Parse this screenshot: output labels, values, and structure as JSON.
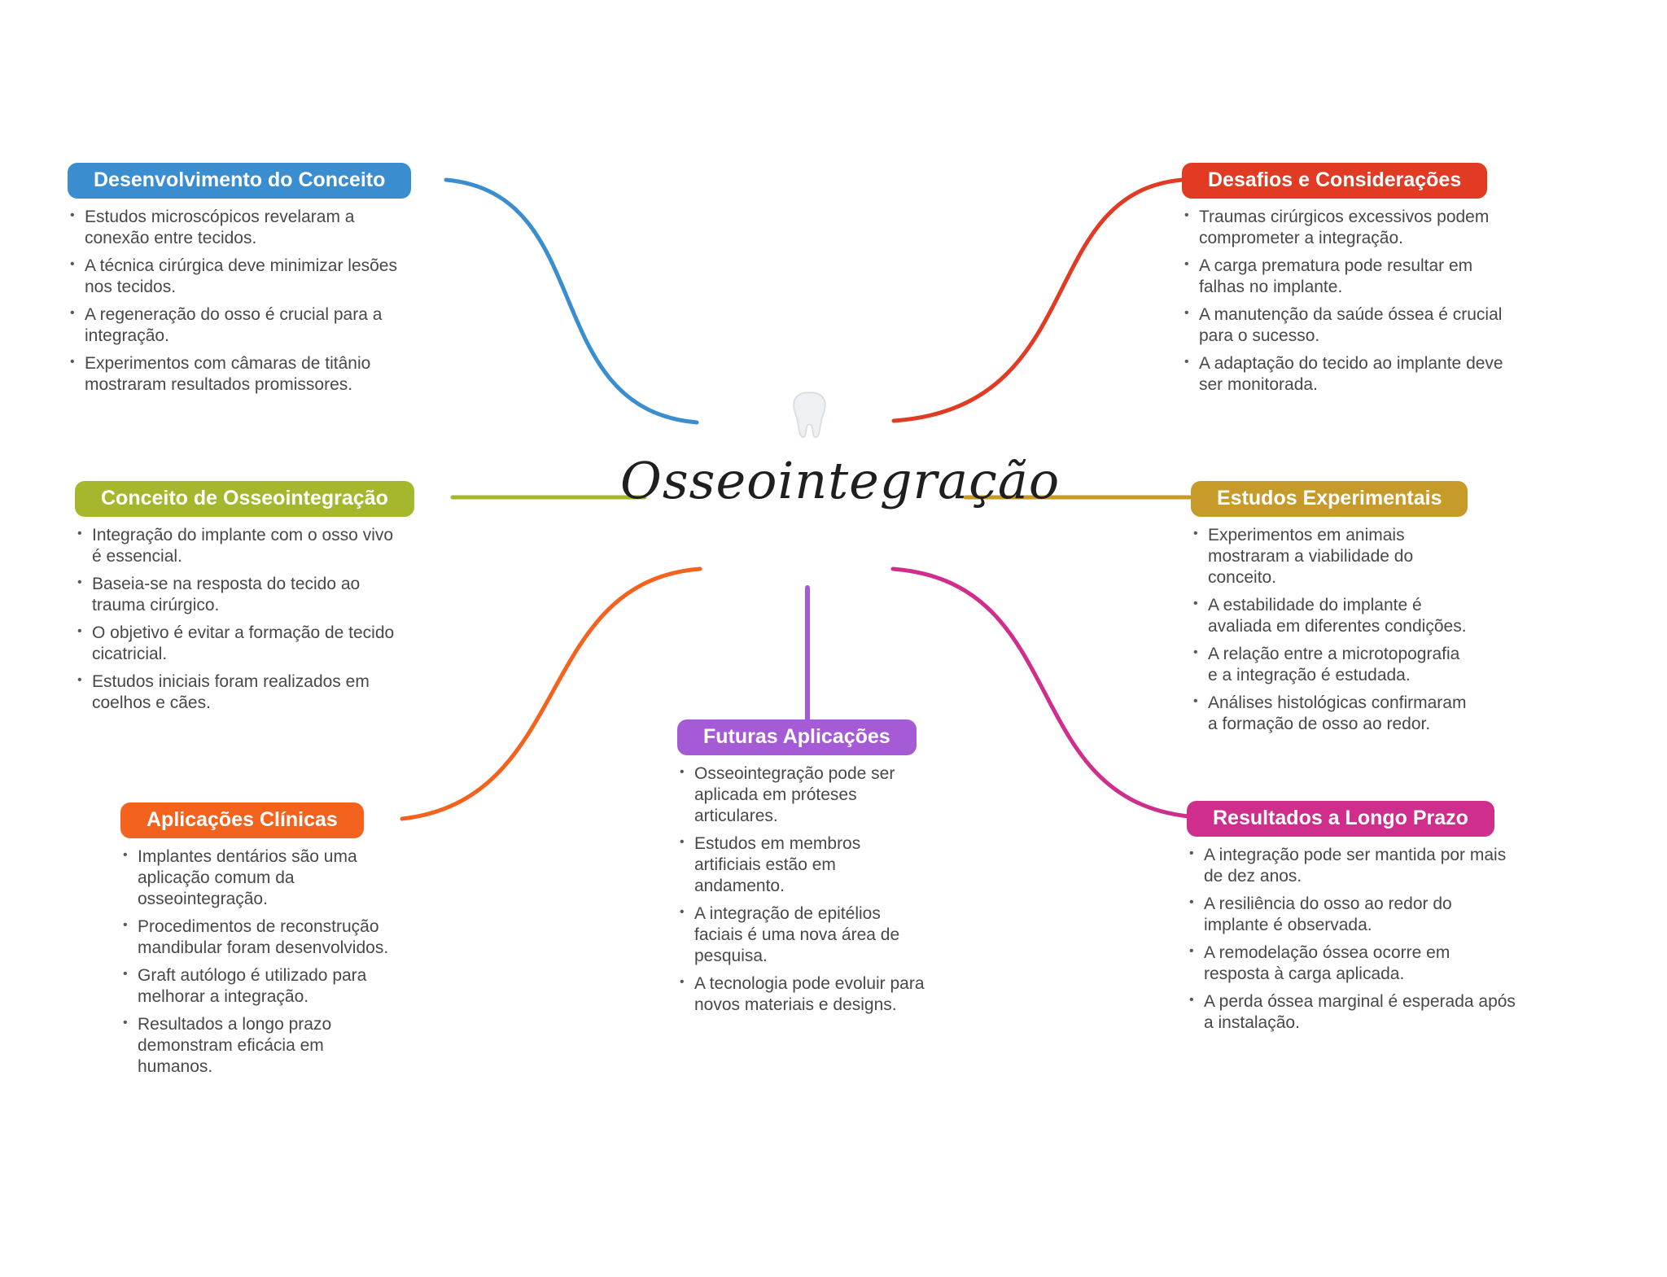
{
  "title": "Osseointegração",
  "center_icon": "tooth-icon",
  "branches": [
    {
      "id": "desenvolvimento-do-conceito",
      "label": "Desenvolvimento do Conceito",
      "color": "#3a8ed0",
      "items": [
        "Estudos microscópicos revelaram a conexão entre tecidos.",
        "A técnica cirúrgica deve minimizar lesões nos tecidos.",
        "A regeneração do osso é crucial para a integração.",
        "Experimentos com câmaras de titânio mostraram resultados promissores."
      ]
    },
    {
      "id": "conceito-de-osseointegracao",
      "label": "Conceito de Osseointegração",
      "color": "#a6b72e",
      "items": [
        "Integração do implante com o osso vivo é essencial.",
        "Baseia-se na resposta do tecido ao trauma cirúrgico.",
        "O objetivo é evitar a formação de tecido cicatricial.",
        "Estudos iniciais foram realizados em coelhos e cães."
      ]
    },
    {
      "id": "aplicacoes-clinicas",
      "label": "Aplicações Clínicas",
      "color": "#f4631e",
      "items": [
        "Implantes dentários são uma aplicação comum da osseointegração.",
        "Procedimentos de reconstrução mandibular foram desenvolvidos.",
        "Graft autólogo é utilizado para melhorar a integração.",
        "Resultados a longo prazo demonstram eficácia em humanos."
      ]
    },
    {
      "id": "desafios-e-consideracoes",
      "label": "Desafios e Considerações",
      "color": "#e23b24",
      "items": [
        "Traumas cirúrgicos excessivos podem comprometer a integração.",
        "A carga prematura pode resultar em falhas no implante.",
        "A manutenção da saúde óssea é crucial para o sucesso.",
        "A adaptação do tecido ao implante deve ser monitorada."
      ]
    },
    {
      "id": "estudos-experimentais",
      "label": "Estudos Experimentais",
      "color": "#c79b2a",
      "items": [
        "Experimentos em animais mostraram a viabilidade do conceito.",
        "A estabilidade do implante é avaliada em diferentes condições.",
        "A relação entre a microtopografia e a integração é estudada.",
        "Análises histológicas confirmaram a formação de osso ao redor."
      ]
    },
    {
      "id": "resultados-a-longo-prazo",
      "label": "Resultados a Longo Prazo",
      "color": "#d02e8c",
      "items": [
        "A integração pode ser mantida por mais de dez anos.",
        "A resiliência do osso ao redor do implante é observada.",
        "A remodelação óssea ocorre em resposta à carga aplicada.",
        "A perda óssea marginal é esperada após a instalação."
      ]
    },
    {
      "id": "futuras-aplicacoes",
      "label": "Futuras Aplicações",
      "color": "#a55bd6",
      "items": [
        "Osseointegração pode ser aplicada em próteses articulares.",
        "Estudos em membros artificiais estão em andamento.",
        "A integração de epitélios faciais é uma nova área de pesquisa.",
        "A tecnologia pode evoluir para novos materiais e designs."
      ]
    }
  ]
}
